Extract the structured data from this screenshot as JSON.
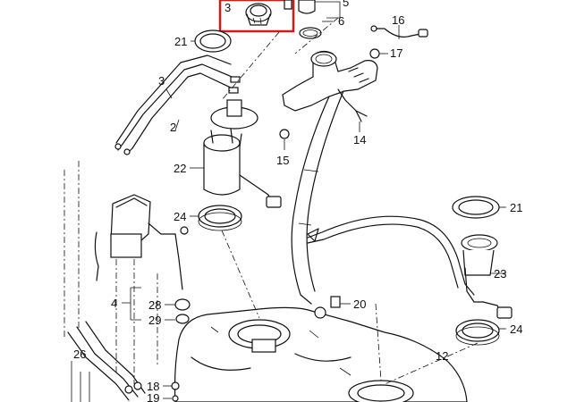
{
  "diagram": {
    "highlight_color": "#d11a1a",
    "labels": [
      {
        "id": "3-top",
        "text": "3"
      },
      {
        "id": "5",
        "text": "5"
      },
      {
        "id": "6",
        "text": "6"
      },
      {
        "id": "16",
        "text": "16"
      },
      {
        "id": "17",
        "text": "17"
      },
      {
        "id": "21-left",
        "text": "21"
      },
      {
        "id": "3-pipe",
        "text": "3"
      },
      {
        "id": "2",
        "text": "2"
      },
      {
        "id": "22",
        "text": "22"
      },
      {
        "id": "14",
        "text": "14"
      },
      {
        "id": "15",
        "text": "15"
      },
      {
        "id": "24-left",
        "text": "24"
      },
      {
        "id": "21-right",
        "text": "21"
      },
      {
        "id": "23",
        "text": "23"
      },
      {
        "id": "4",
        "text": "4"
      },
      {
        "id": "28",
        "text": "28"
      },
      {
        "id": "29",
        "text": "29"
      },
      {
        "id": "20",
        "text": "20"
      },
      {
        "id": "24-right",
        "text": "24"
      },
      {
        "id": "12",
        "text": "12"
      },
      {
        "id": "26",
        "text": "26"
      },
      {
        "id": "18",
        "text": "18"
      },
      {
        "id": "19",
        "text": "19"
      }
    ]
  }
}
